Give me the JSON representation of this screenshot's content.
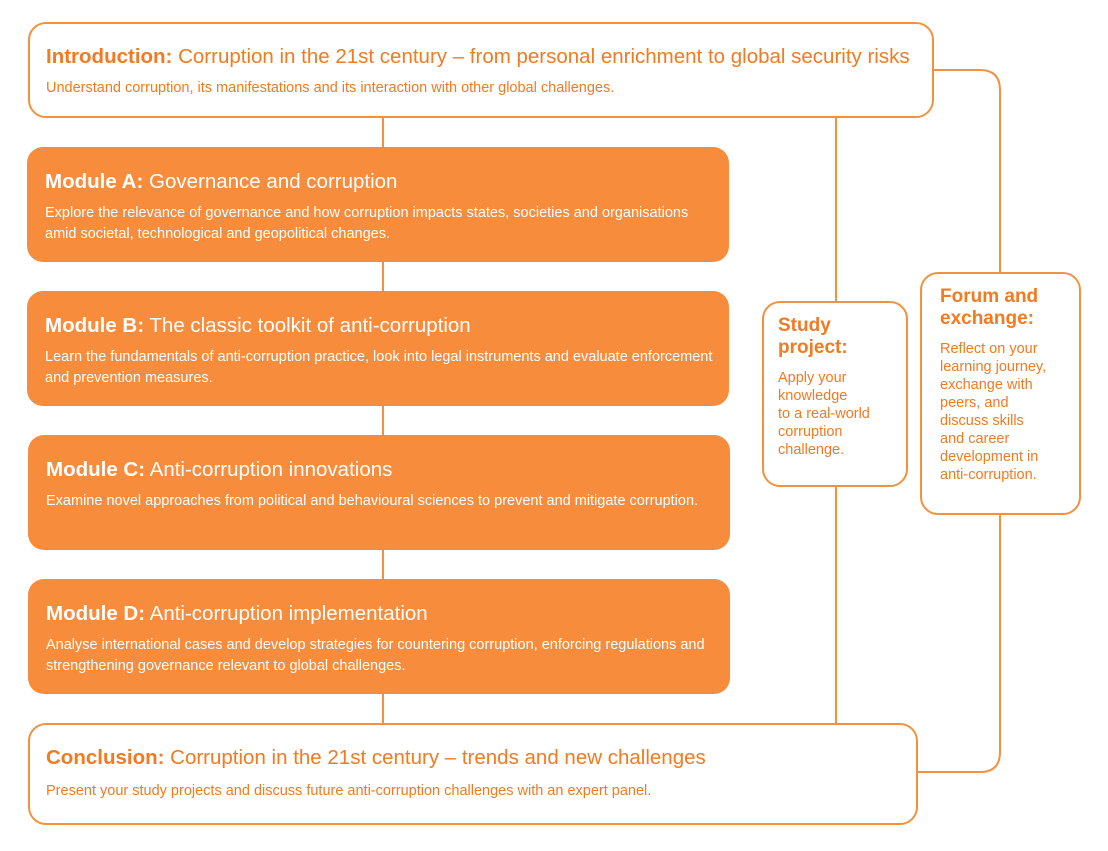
{
  "intro": {
    "label": "Introduction:",
    "title": "Corruption in the 21st century – from personal enrichment to global security risks",
    "description": "Understand corruption, its manifestations and its interaction with other global challenges."
  },
  "modules": [
    {
      "label": "Module A:",
      "title": "Governance and corruption",
      "description": "Explore the relevance of governance and how corruption impacts states, societies and organisations amid societal, technological and geopolitical changes."
    },
    {
      "label": "Module B:",
      "title": "The classic toolkit of anti-corruption",
      "description": "Learn the fundamentals of anti-corruption practice, look into legal instruments and evaluate enforcement and prevention measures."
    },
    {
      "label": "Module C:",
      "title": "Anti-corruption innovations",
      "description": "Examine novel approaches from political and behavioural sciences to prevent and mitigate corruption."
    },
    {
      "label": "Module D:",
      "title": "Anti-corruption implementation",
      "description": "Analyse international cases and develop strategies for countering corruption, enforcing regulations and strengthening governance relevant to global challenges."
    }
  ],
  "conclusion": {
    "label": "Conclusion:",
    "title": "Corruption in the 21st century – trends and new challenges",
    "description": "Present your study projects and discuss future anti-corruption challenges with an expert panel."
  },
  "study_project": {
    "title_line1": "Study",
    "title_line2": "project:",
    "description_lines": [
      "Apply your",
      "knowledge",
      "to a real-world",
      "corruption",
      "challenge."
    ]
  },
  "forum": {
    "title_line1": "Forum and",
    "title_line2": "exchange:",
    "description_lines": [
      "Reflect on your",
      "learning journey,",
      "exchange with",
      "peers, and",
      "discuss skills",
      "and career",
      "development in",
      "anti-corruption."
    ]
  },
  "colors": {
    "accent": "#f5913e",
    "module_fill": "#f78d3c",
    "text_orange": "#f27a21",
    "text_white": "#ffffff"
  }
}
